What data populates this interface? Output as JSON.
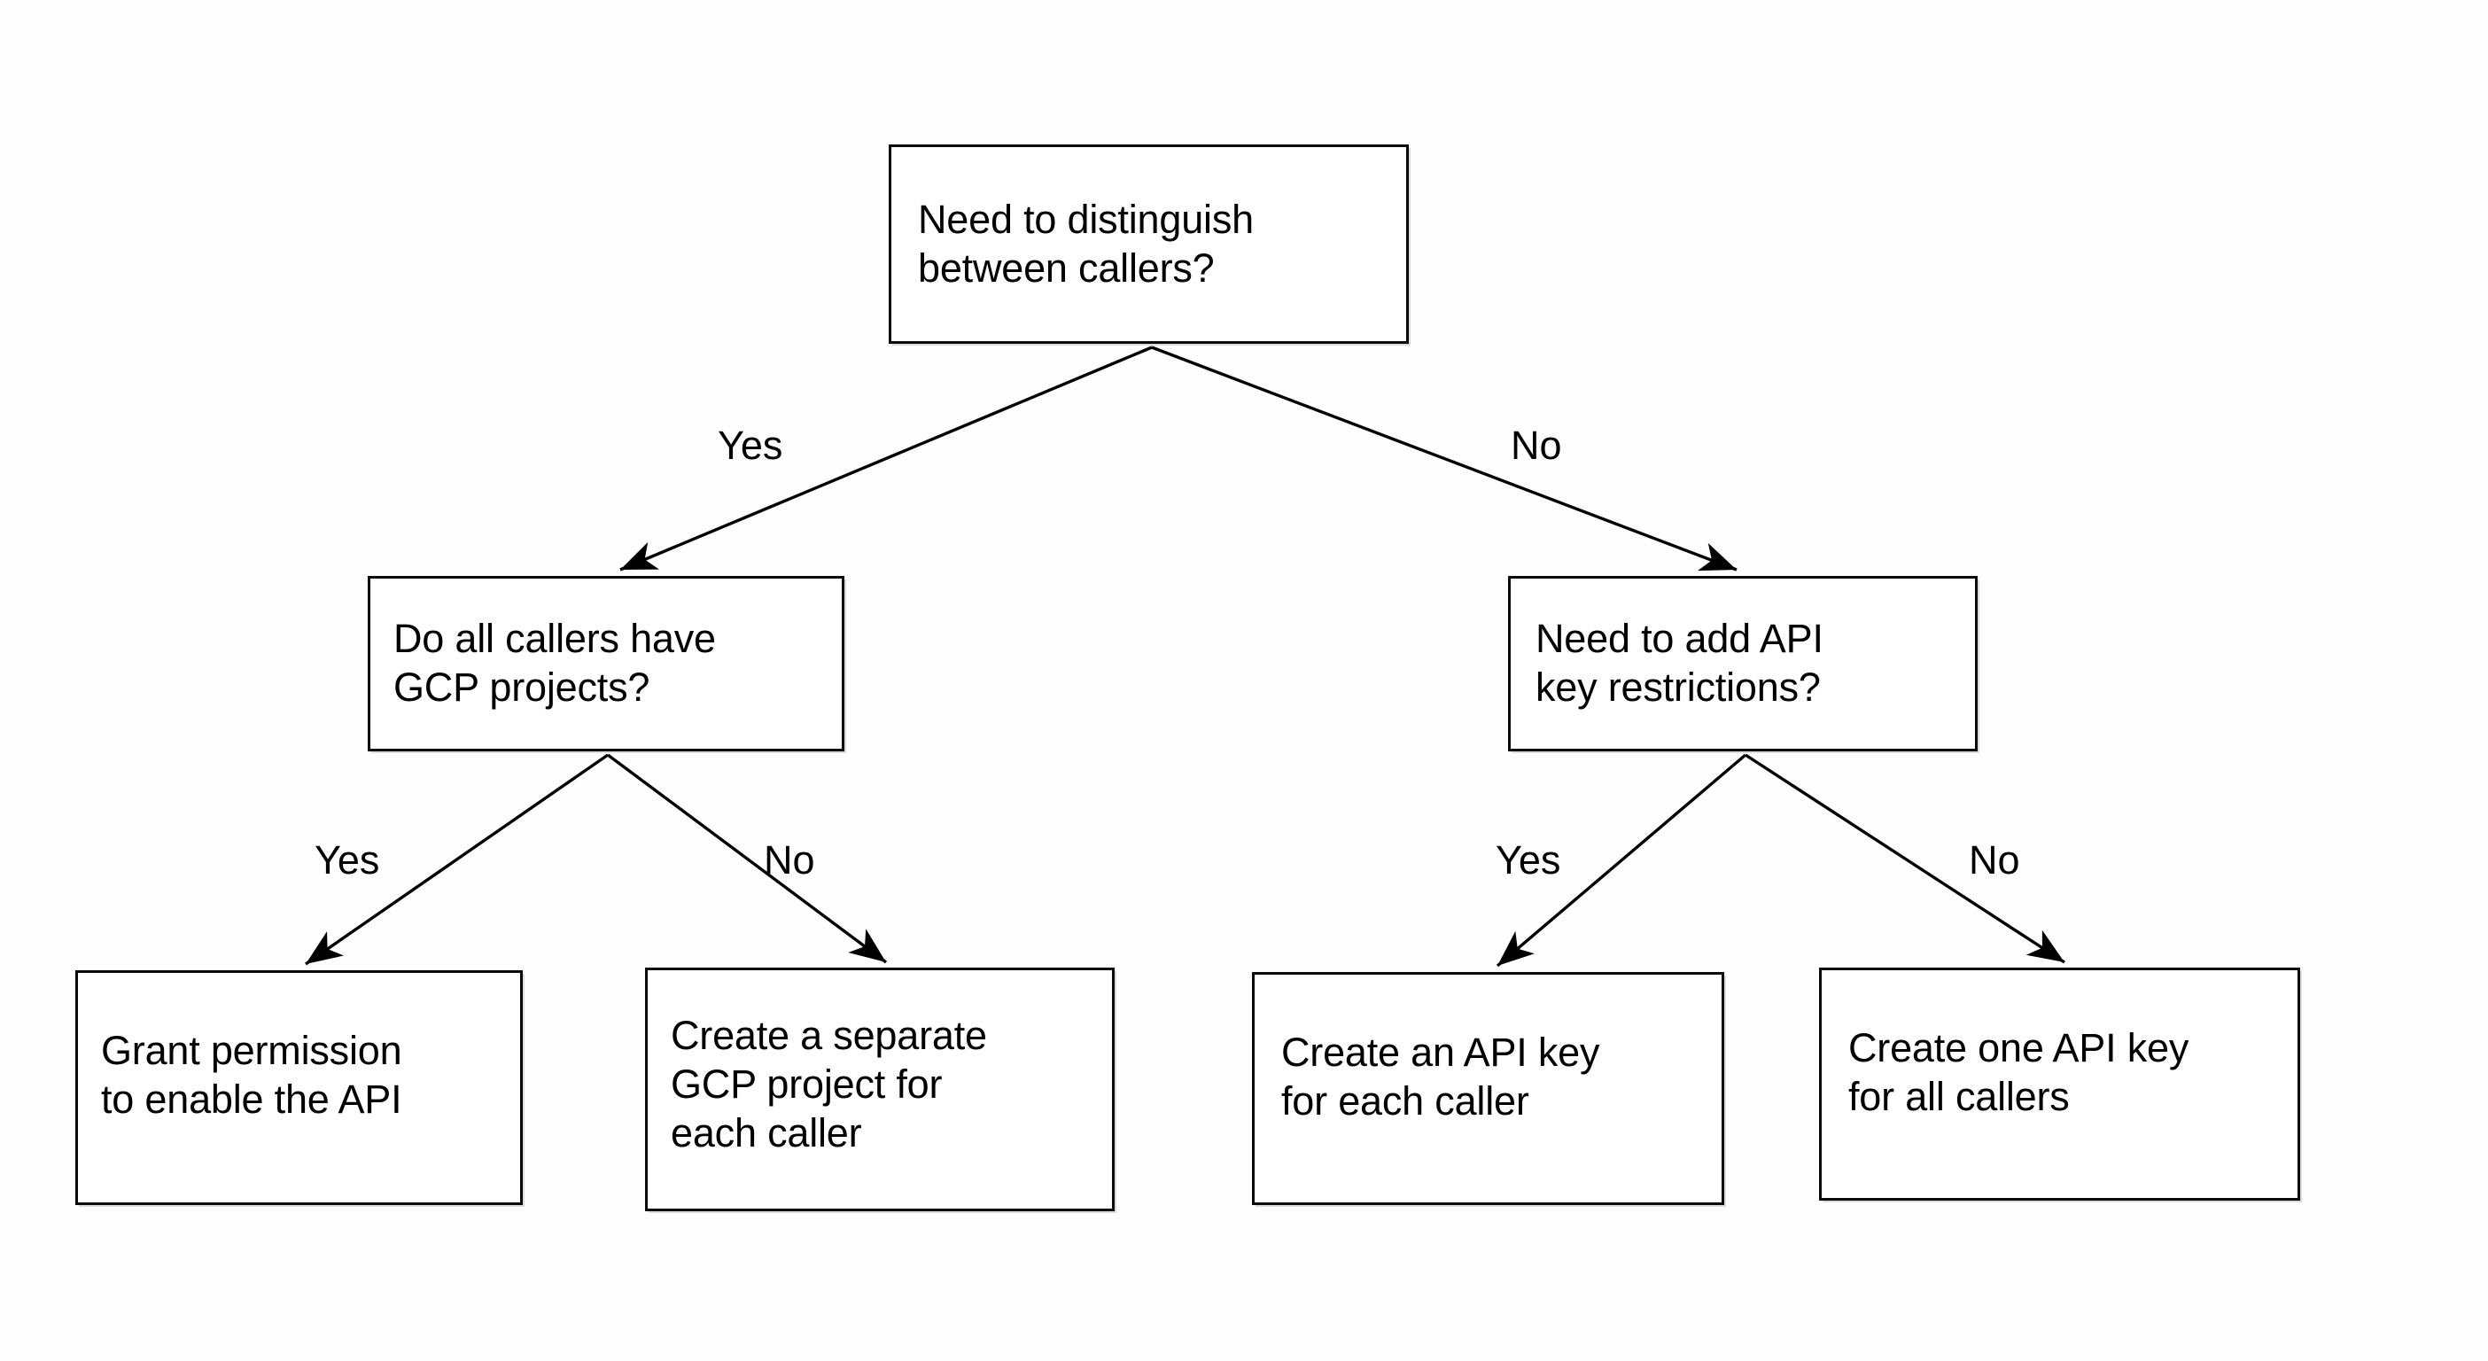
{
  "diagram": {
    "type": "decision-tree-flowchart",
    "background_color": "#ffffff",
    "line_color": "#000000",
    "box_fill_color": "#ffffff",
    "box_border_color": "#0a0a0a",
    "text_color": "#000000",
    "nodes": {
      "root": {
        "id": "need-distinguish-callers",
        "kind": "decision",
        "text": "Need to distinguish\nbetween callers?",
        "line1": "Need to distinguish",
        "line2": "between callers?"
      },
      "gcp_projects": {
        "id": "do-all-callers-have-gcp-projects",
        "kind": "decision",
        "text": "Do all callers have\nGCP projects?",
        "line1": "Do all callers have",
        "line2": "GCP projects?"
      },
      "key_restrictions": {
        "id": "need-add-api-key-restrictions",
        "kind": "decision",
        "text": "Need to add API\nkey restrictions?",
        "line1": "Need to add API",
        "line2": "key restrictions?"
      },
      "grant_permission": {
        "id": "grant-permission-enable-api",
        "kind": "outcome",
        "text": "Grant permission\nto enable the API",
        "line1": "Grant permission",
        "line2": "to enable the API"
      },
      "separate_project": {
        "id": "create-separate-gcp-project",
        "kind": "outcome",
        "text": "Create a separate\nGCP project for\neach caller",
        "line1": "Create a separate",
        "line2": "GCP project for",
        "line3": "each caller"
      },
      "key_per_caller": {
        "id": "create-api-key-each-caller",
        "kind": "outcome",
        "text": "Create an API key\nfor each caller",
        "line1": "Create an API key",
        "line2": "for each caller"
      },
      "key_all_callers": {
        "id": "create-one-api-key-all-callers",
        "kind": "outcome",
        "text": "Create one API key\nfor all callers",
        "line1": "Create one API key",
        "line2": "for all callers"
      }
    },
    "edges": [
      {
        "id": "root-yes",
        "from": "root",
        "to": "gcp_projects",
        "label": "Yes"
      },
      {
        "id": "root-no",
        "from": "root",
        "to": "key_restrictions",
        "label": "No"
      },
      {
        "id": "gcp-yes",
        "from": "gcp_projects",
        "to": "grant_permission",
        "label": "Yes"
      },
      {
        "id": "gcp-no",
        "from": "gcp_projects",
        "to": "separate_project",
        "label": "No"
      },
      {
        "id": "restr-yes",
        "from": "key_restrictions",
        "to": "key_per_caller",
        "label": "Yes"
      },
      {
        "id": "restr-no",
        "from": "key_restrictions",
        "to": "key_all_callers",
        "label": "No"
      }
    ]
  }
}
